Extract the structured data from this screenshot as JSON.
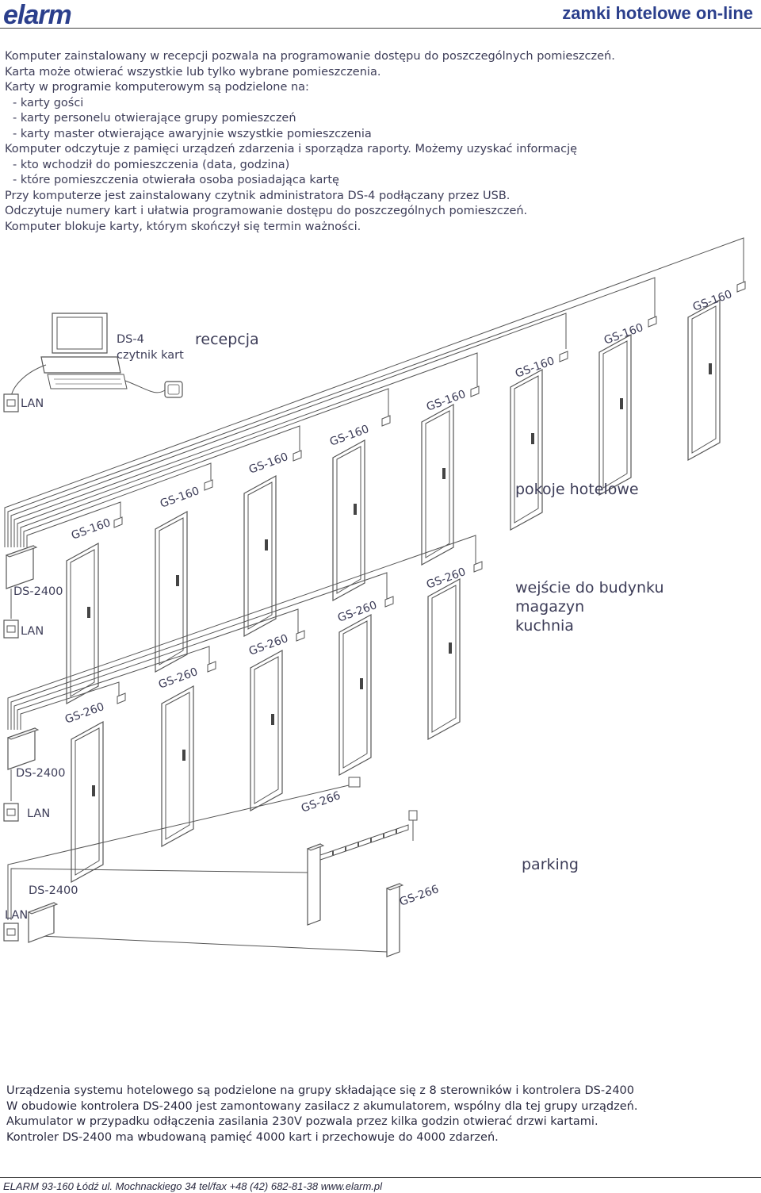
{
  "header": {
    "logo_text": "elarm",
    "title": "zamki hotelowe on-line",
    "brand_color": "#2b3f8c"
  },
  "intro_lines": [
    "Komputer zainstalowany w recepcji pozwala na programowanie dostępu do poszczególnych pomieszczeń.",
    "Karta może otwierać wszystkie lub tylko wybrane pomieszczenia.",
    "Karty w programie komputerowym są podzielone na:",
    "- karty gości",
    "- karty personelu otwierające grupy pomieszczeń",
    "- karty master otwierające awaryjnie wszystkie pomieszczenia",
    "Komputer odczytuje z pamięci urządzeń zdarzenia i sporządza raporty. Możemy uzyskać informację",
    "- kto wchodził do pomieszczenia (data, godzina)",
    "- które pomieszczenia otwierała osoba posiadająca kartę",
    "Przy komputerze jest zainstalowany czytnik administratora DS-4 podłączany przez USB.",
    "Odczytuje numery kart i ułatwia programowanie dostępu do poszczególnych pomieszczeń.",
    "Komputer blokuje karty, którym skończył się termin ważności."
  ],
  "diagram": {
    "reader_label_1": "DS-4",
    "reader_label_2": "czytnik kart",
    "reception_label": "recepcja",
    "lan_label": "LAN",
    "controller_label": "DS-2400",
    "room_lock_label": "GS-160",
    "entry_lock_label": "GS-260",
    "gate_lock_label": "GS-266",
    "hotel_rooms_label": "pokoje hotelowe",
    "entry_group_labels": [
      "wejście do budynku",
      "magazyn",
      "kuchnia"
    ],
    "parking_label": "parking"
  },
  "bottom_lines": [
    "Urządzenia systemu hotelowego są podzielone na grupy składające się z 8 sterowników i kontrolera DS-2400",
    "W obudowie kontrolera DS-2400 jest zamontowany zasilacz z akumulatorem, wspólny dla tej grupy urządzeń.",
    "Akumulator w przypadku odłączenia zasilania 230V pozwala przez kilka godzin otwierać drzwi kartami.",
    "Kontroler DS-2400 ma wbudowaną pamięć 4000 kart i przechowuje do 4000 zdarzeń."
  ],
  "footer": {
    "text": "ELARM 93-160 Łódź ul. Mochnackiego 34 tel/fax  +48 (42)  682-81-38  www.elarm.pl"
  }
}
